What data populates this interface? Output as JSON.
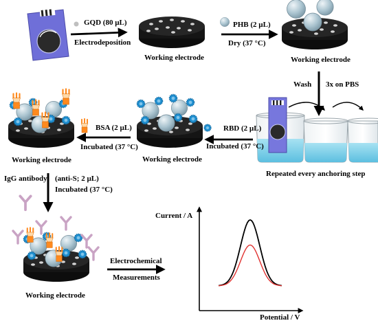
{
  "labels": {
    "step1_reagent": "GQD (80 µL)",
    "step1_process": "Electrodeposition",
    "working_electrode_1": "Working electrode",
    "step2_reagent": "PHB (2 µL)",
    "step2_condition": "Dry (37 °C)",
    "working_electrode_2": "Working electrode",
    "wash": "Wash",
    "wash_detail": "3x on PBS",
    "repeat_note": "Repeated every anchoring step",
    "step3_reagent": "RBD (2 µL)",
    "step3_condition": "Incubated (37 °C)",
    "working_electrode_3": "Working electrode",
    "step4_reagent": "BSA (2 µL)",
    "step4_condition": "Incubated (37 °C)",
    "working_electrode_4": "Working electrode",
    "step5_reagent": "IgG antibody",
    "step5_detail": "(anti-S; 2 µL)",
    "step5_condition": "Incubated (37 °C)",
    "working_electrode_5": "Working electrode",
    "measure_line1": "Electrochemical",
    "measure_line2": "Measurements",
    "ylabel": "Current / A",
    "xlabel": "Potential / V"
  },
  "colors": {
    "electrode_body": "#1b1b1b",
    "phb_sphere": "#a9c3cf",
    "rbd": "#1f8fd0",
    "bsa": "#ff8a1e",
    "antibody": "#c9a3c4",
    "pbs_liquid": "#7fcfe6",
    "strip": "#6f6fd8",
    "curve_before": "#000000",
    "curve_after": "#e0302e"
  },
  "chart_data": {
    "type": "line",
    "xlabel": "Potential / V",
    "ylabel": "Current / A",
    "series": [
      {
        "color": "#000000",
        "peak": 1.0
      },
      {
        "color": "#e0302e",
        "peak": 0.62
      }
    ]
  }
}
